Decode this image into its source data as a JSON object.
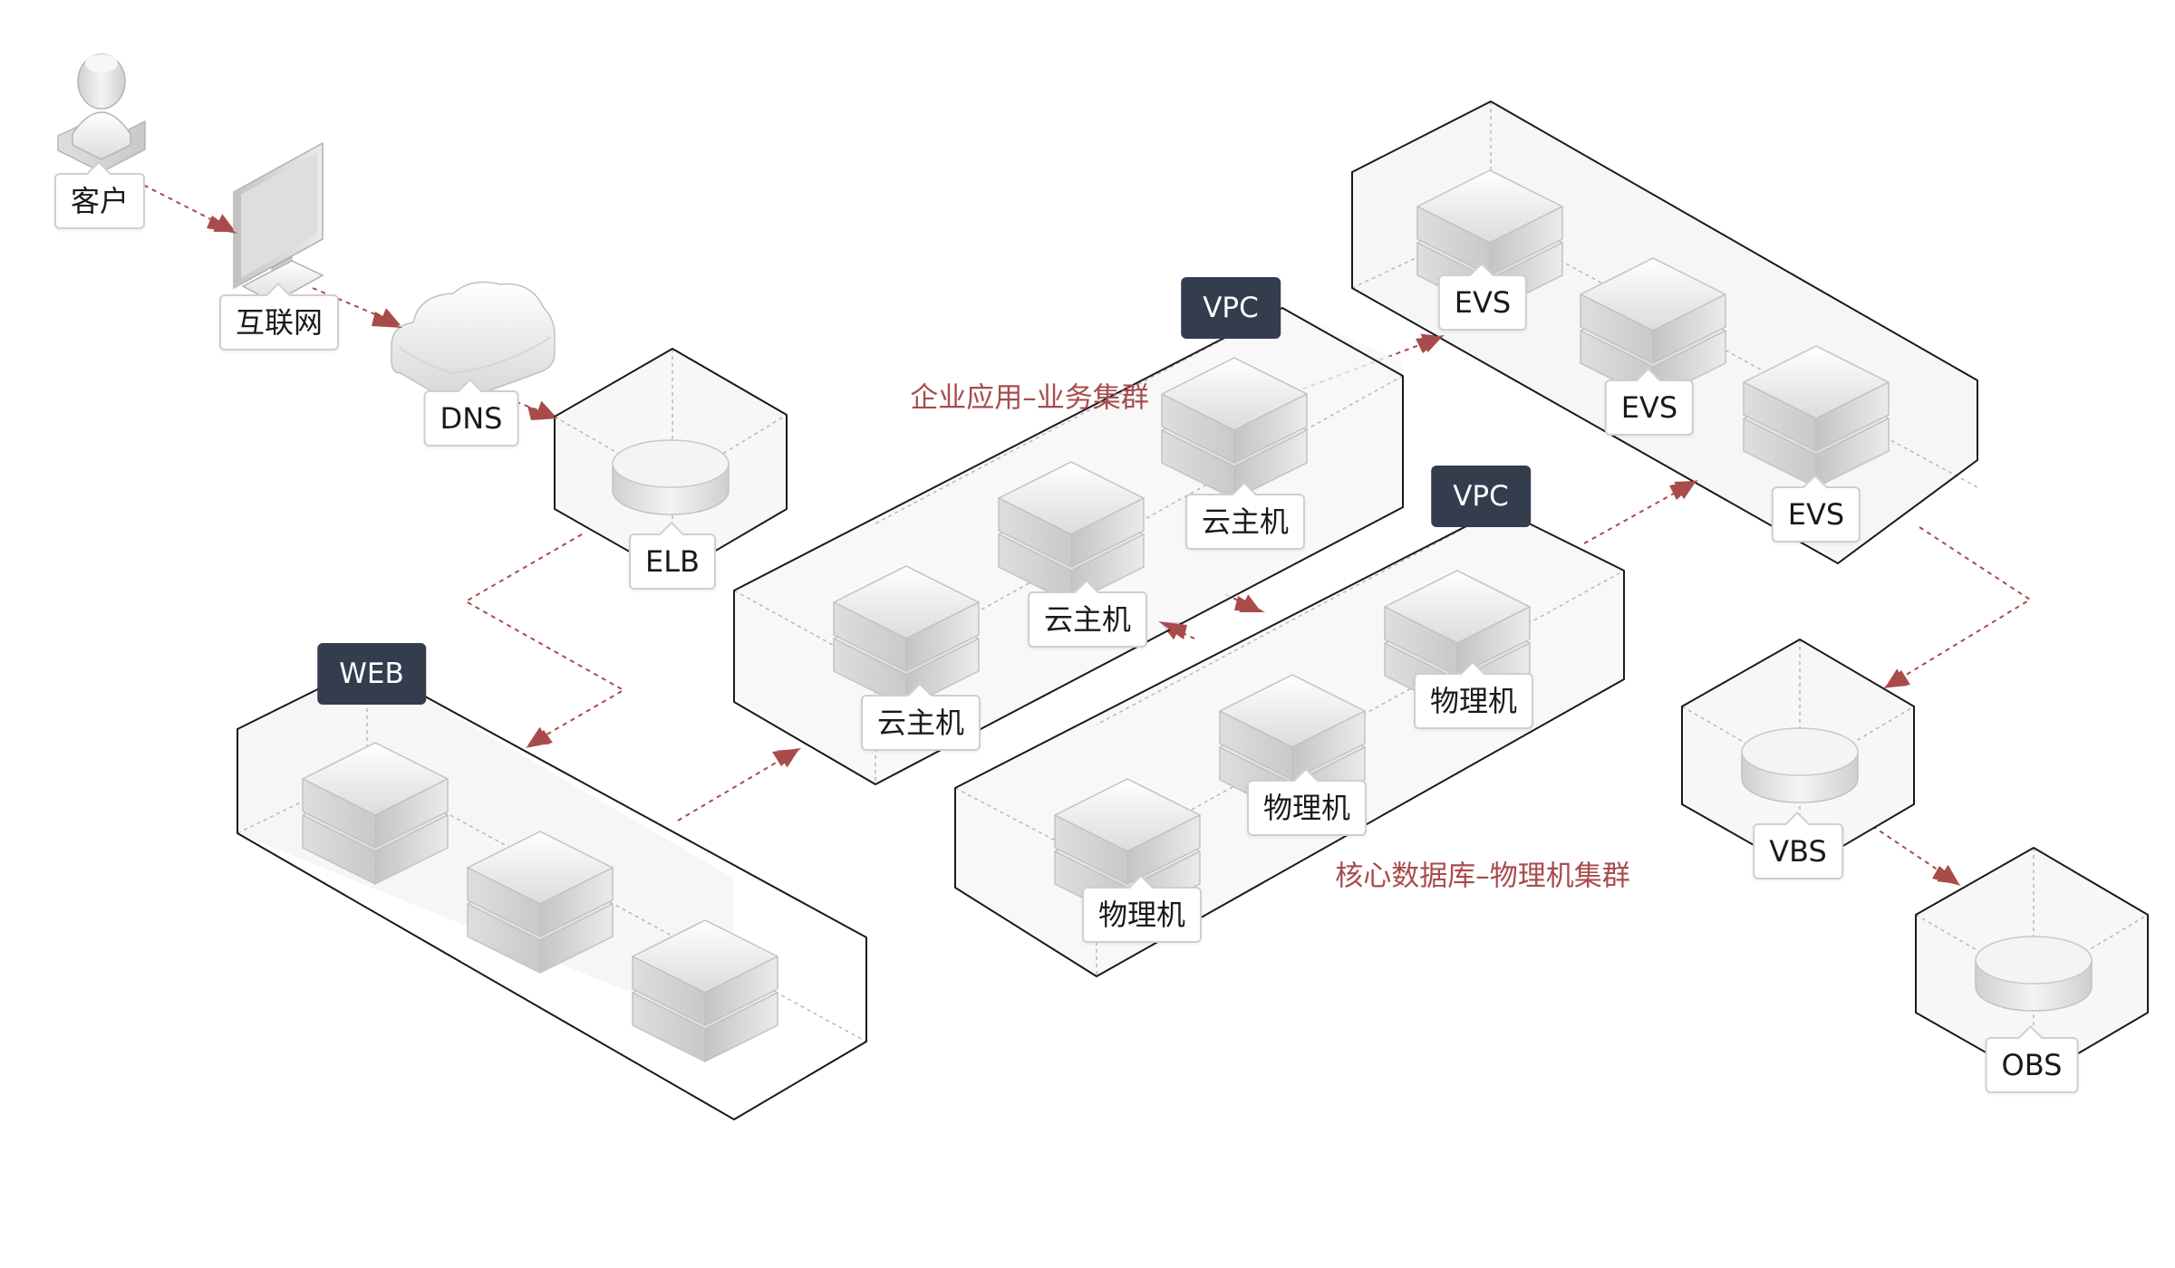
{
  "colors": {
    "accent": "#a94b4b",
    "tag_bg": "#333d4e",
    "outline": "#1a1a1a"
  },
  "nodes": {
    "client": {
      "label": "客户",
      "icon": "person-icon"
    },
    "internet": {
      "label": "互联网",
      "icon": "monitor-icon"
    },
    "dns": {
      "label": "DNS",
      "icon": "cloud-icon"
    },
    "elb": {
      "label": "ELB",
      "icon": "load-balancer-icon"
    },
    "vbs": {
      "label": "VBS",
      "icon": "disk-icon"
    },
    "obs": {
      "label": "OBS",
      "icon": "disk-icon"
    }
  },
  "groups": {
    "web": {
      "tag": "WEB"
    },
    "app": {
      "tag": "VPC",
      "caption": "企业应用–业务集群",
      "server_label": "云主机"
    },
    "db": {
      "tag": "VPC",
      "caption": "核心数据库–物理机集群",
      "server_label": "物理机"
    },
    "evs": {
      "server_label": "EVS"
    }
  }
}
